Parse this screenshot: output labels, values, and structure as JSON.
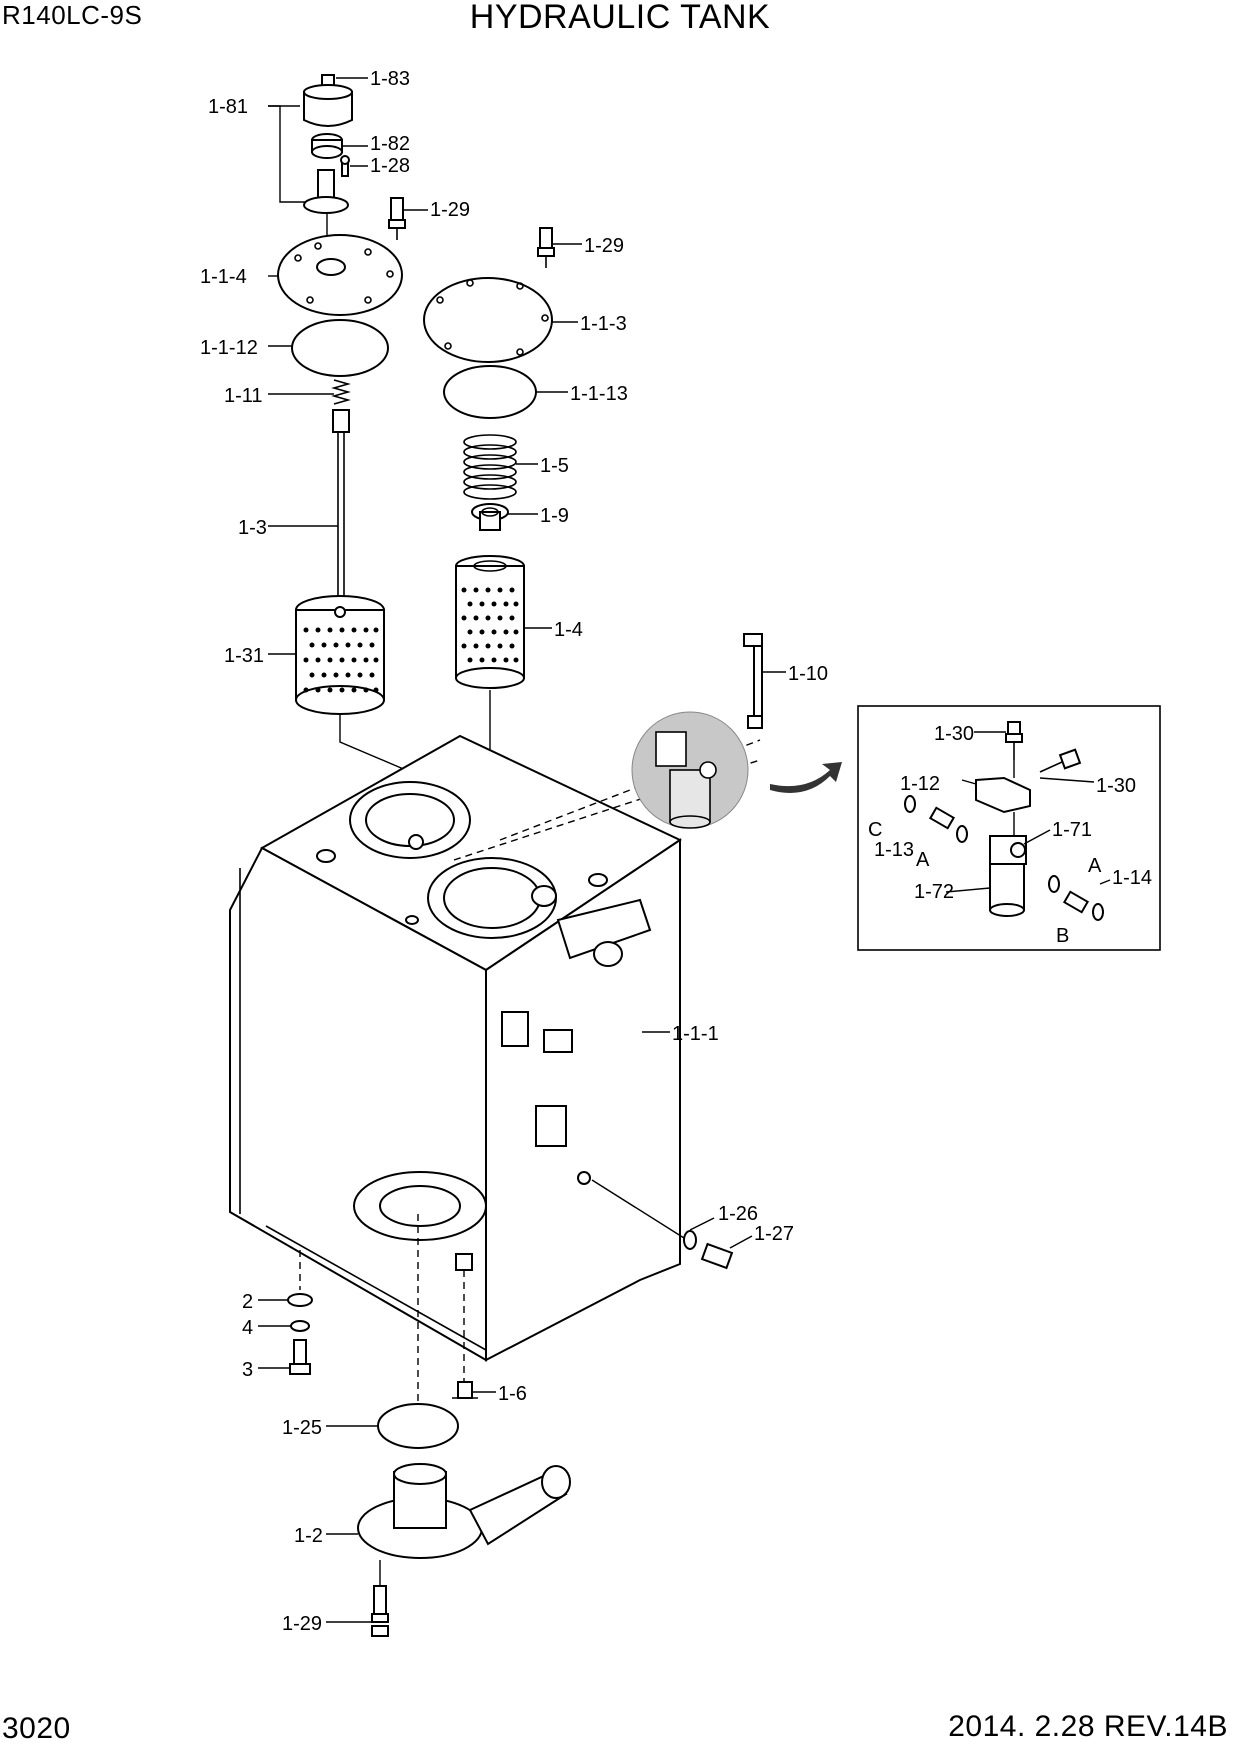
{
  "header": {
    "model": "R140LC-9S",
    "title": "HYDRAULIC TANK"
  },
  "footer": {
    "page_number": "3020",
    "date_revision": "2014. 2.28  REV.14B"
  },
  "callouts": {
    "c1_83": "1-83",
    "c1_81": "1-81",
    "c1_82": "1-82",
    "c1_28": "1-28",
    "c1_29_a": "1-29",
    "c1_29_b": "1-29",
    "c1_1_4": "1-1-4",
    "c1_1_3": "1-1-3",
    "c1_1_12": "1-1-12",
    "c1_1_13": "1-1-13",
    "c1_11": "1-11",
    "c1_5": "1-5",
    "c1_9": "1-9",
    "c1_3": "1-3",
    "c1_4": "1-4",
    "c1_31": "1-31",
    "c1_10": "1-10",
    "c1_1_1": "1-1-1",
    "c1_26": "1-26",
    "c1_27": "1-27",
    "c2": "2",
    "c4": "4",
    "c3": "3",
    "c1_6": "1-6",
    "c1_25": "1-25",
    "c1_2": "1-2",
    "c1_29_c": "1-29"
  },
  "detail_view": {
    "c1_30_a": "1-30",
    "c1_30_b": "1-30",
    "c1_12": "1-12",
    "c1_71": "1-71",
    "c1_13": "1-13",
    "c1_14": "1-14",
    "c1_72": "1-72",
    "port_c": "C",
    "port_a1": "A",
    "port_a2": "A",
    "port_b": "B"
  }
}
